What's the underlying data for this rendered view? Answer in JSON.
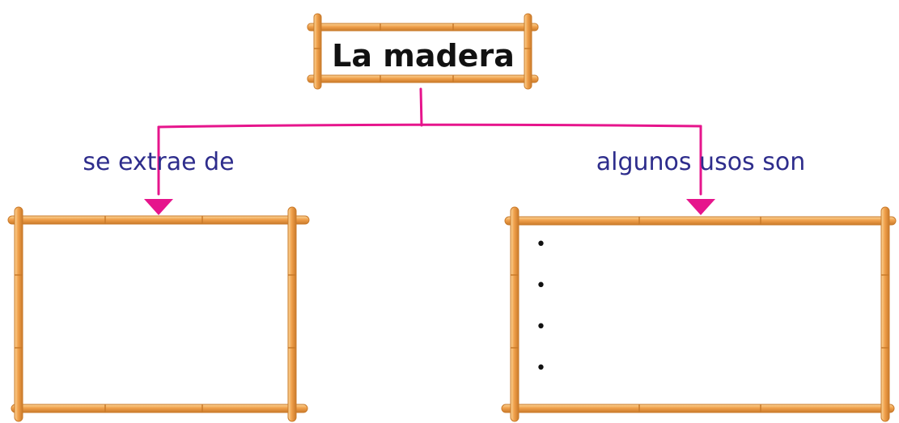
{
  "title": "La madera",
  "left_branch": {
    "label": "se extrae de"
  },
  "right_branch": {
    "label": "algunos usos son",
    "bullets": [
      "•",
      "•",
      "•",
      "•"
    ]
  },
  "colors": {
    "connector": "#e6158c",
    "label_text": "#2e2d8c",
    "bamboo_fill": "#f0a04b",
    "bamboo_outline": "#c97a2a",
    "bamboo_highlight": "#fbd79a"
  }
}
